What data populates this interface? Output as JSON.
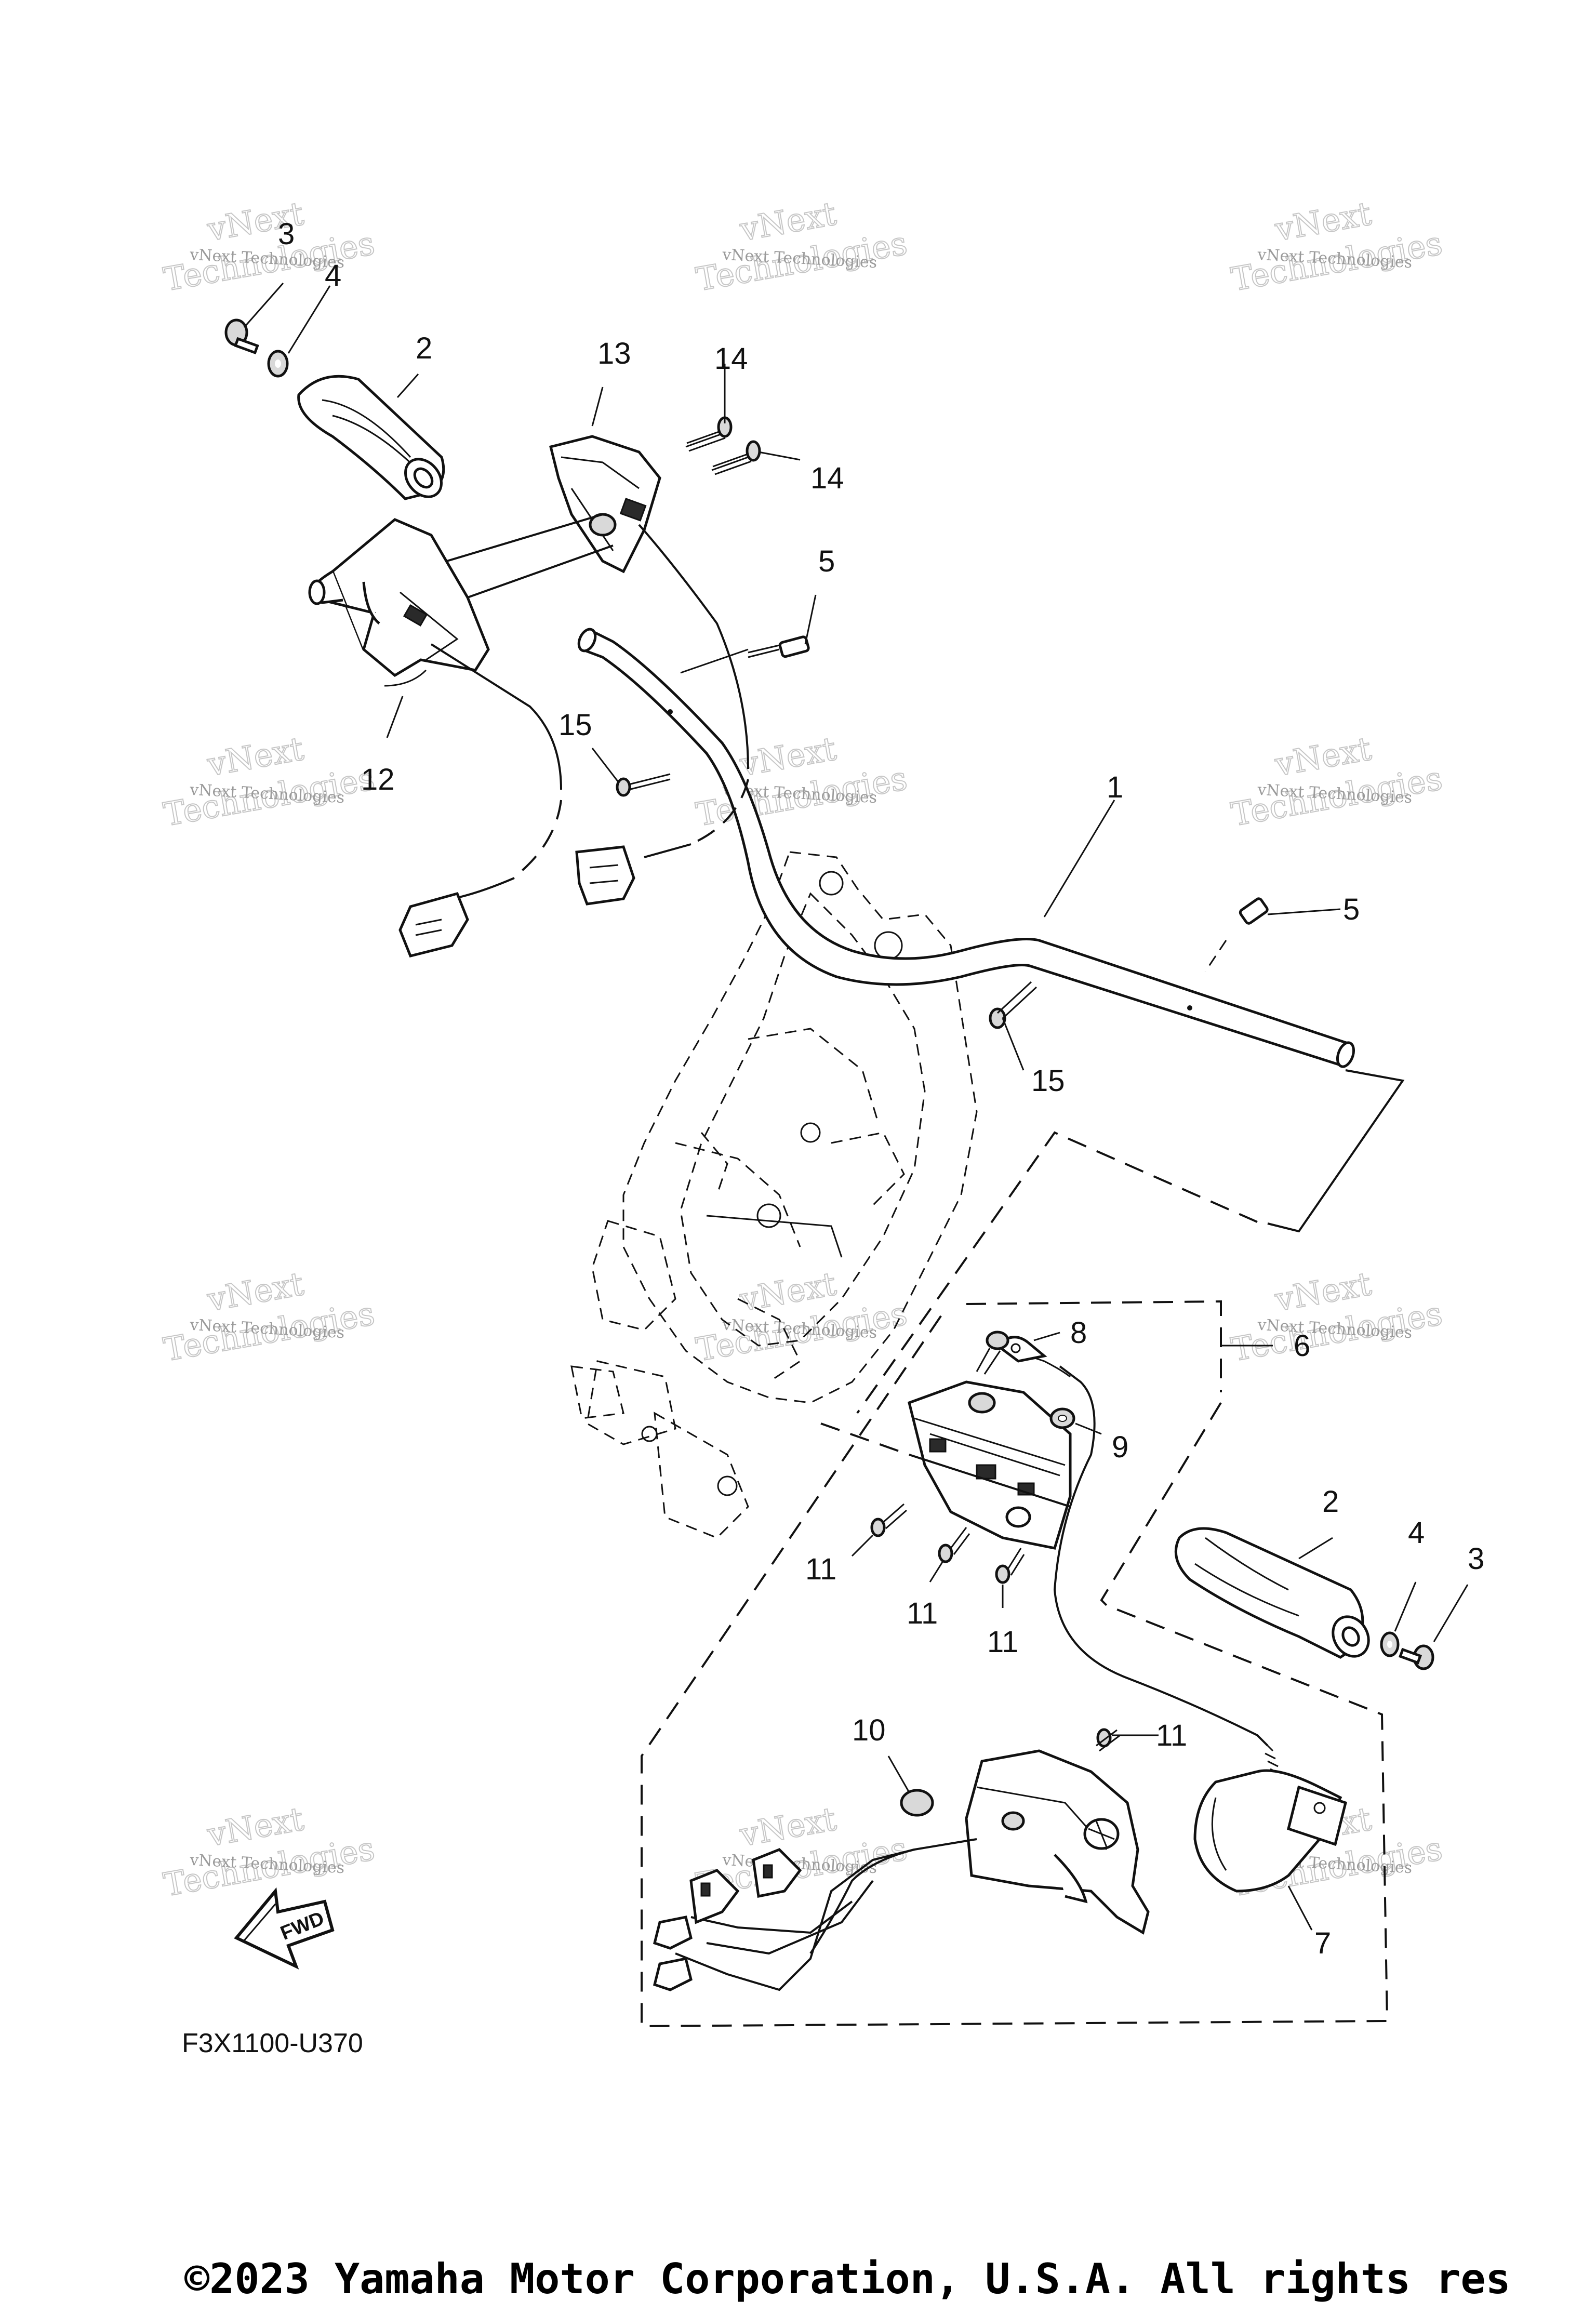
{
  "callouts": {
    "c1": "1",
    "c2a": "2",
    "c2b": "2",
    "c3a": "3",
    "c3b": "3",
    "c4a": "4",
    "c4b": "4",
    "c5a": "5",
    "c5b": "5",
    "c6": "6",
    "c7": "7",
    "c8": "8",
    "c9": "9",
    "c10": "10",
    "c11a": "11",
    "c11b": "11",
    "c11c": "11",
    "c11d": "11",
    "c12": "12",
    "c13": "13",
    "c14a": "14",
    "c14b": "14",
    "c15a": "15",
    "c15b": "15"
  },
  "watermark": {
    "line1": "vNext Technologies",
    "line2": "Technologies",
    "line3": "vNext"
  },
  "fwd_label": "FWD",
  "diagram_code": "F3X1100-U370",
  "copyright": "©2023 Yamaha Motor Corporation, U.S.A. All rights res"
}
